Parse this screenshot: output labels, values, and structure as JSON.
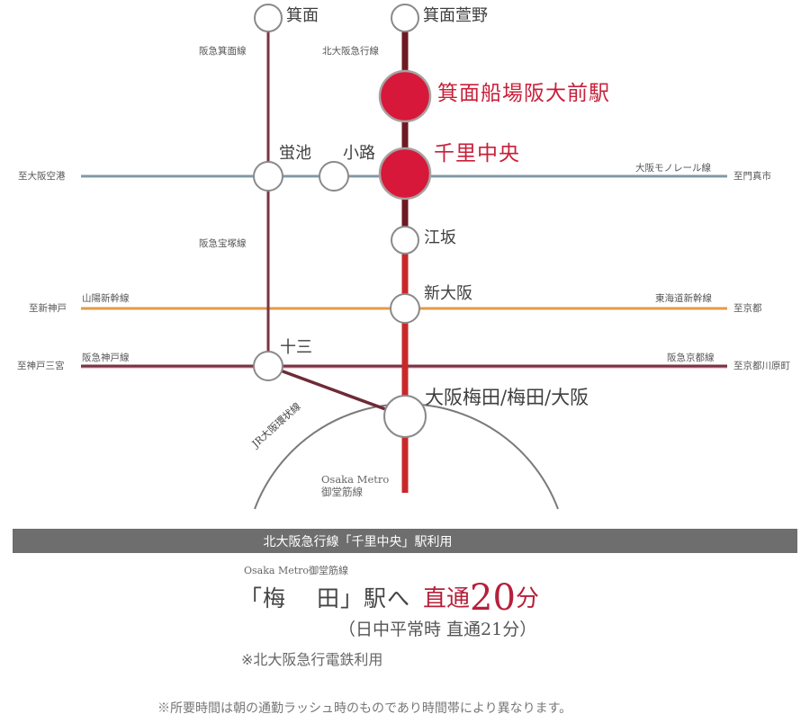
{
  "colors": {
    "hankyu": "#7a3344",
    "kita_osaka": "#6e1a22",
    "midosuji": "#c8282a",
    "monorail": "#7f98a8",
    "shinkansen": "#e39a4a",
    "jr_loop": "#7a7a7a",
    "highlight_station": "#d7183a",
    "banner_bg": "#6f6e6e",
    "accent_text": "#b5203a"
  },
  "stations": {
    "minoh": "箕面",
    "minoh_kayano": "箕面萱野",
    "minoh_semba": "箕面船場阪大前駅",
    "senri_chuo": "千里中央",
    "hotarugaike": "蛍池",
    "shoji": "小路",
    "esaka": "江坂",
    "shin_osaka": "新大阪",
    "juso": "十三",
    "umeda": "大阪梅田/梅田/大阪"
  },
  "lines": {
    "hankyu_minoo": "阪急箕面線",
    "kita_osaka_kyuko": "北大阪急行線",
    "hankyu_takarazuka": "阪急宝塚線",
    "monorail": "大阪モノレール線",
    "sanyo_shinkansen": "山陽新幹線",
    "tokaido_shinkansen": "東海道新幹線",
    "hankyu_kobe": "阪急神戸線",
    "hankyu_kyoto": "阪急京都線",
    "jr_loop": "JR大阪環状線",
    "metro_line1": "Osaka Metro",
    "metro_line2": "御堂筋線"
  },
  "destinations": {
    "airport": "至大阪空港",
    "kadoma": "至門真市",
    "shin_kobe": "至新神戸",
    "kyoto": "至京都",
    "kobe_sannomiya": "至神戸三宮",
    "kawaramachi": "至京都川原町"
  },
  "info": {
    "banner": "北大阪急行線「千里中央」駅利用",
    "sub_line": "Osaka Metro御堂筋線",
    "dest_open": "「梅",
    "dest_close": "田」駅へ",
    "direct": "直通",
    "minutes": "20",
    "minutes_unit": "分",
    "midday": "（日中平常時  直通21分）",
    "note_railway": "※北大阪急行電鉄利用",
    "note_time": "※所要時間は朝の通勤ラッシュ時のものであり時間帯により異なります。"
  }
}
